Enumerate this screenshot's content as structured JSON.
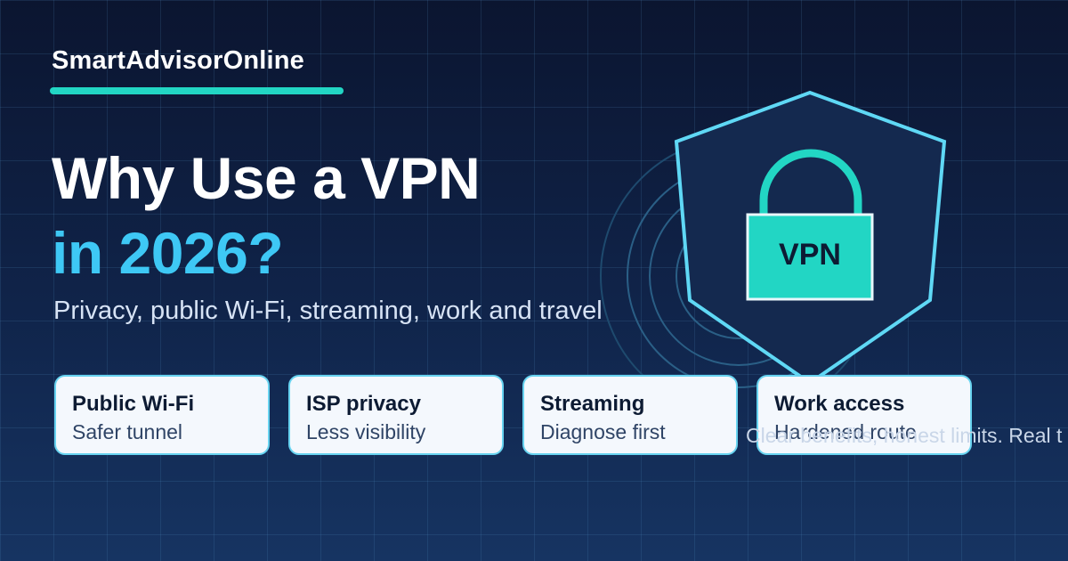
{
  "brand": {
    "name": "SmartAdvisorOnline"
  },
  "headline": {
    "line1": "Why Use a VPN",
    "line2": "in 2026?"
  },
  "subtitle": "Privacy, public Wi-Fi, streaming, work and travel",
  "cards": [
    {
      "title": "Public Wi-Fi",
      "subtitle": "Safer tunnel"
    },
    {
      "title": "ISP privacy",
      "subtitle": "Less visibility"
    },
    {
      "title": "Streaming",
      "subtitle": "Diagnose first"
    },
    {
      "title": "Work access",
      "subtitle": "Hardened route"
    }
  ],
  "lock": {
    "label": "VPN"
  },
  "disclaimer": "Clear benefits, honest limits. Real t",
  "colors": {
    "accent": "#22d6c4",
    "highlight": "#3ec8f5",
    "background": "#10244a",
    "card_border": "#67d3f0"
  },
  "icons": [
    "shield-icon",
    "padlock-icon",
    "signal-rings-icon"
  ]
}
